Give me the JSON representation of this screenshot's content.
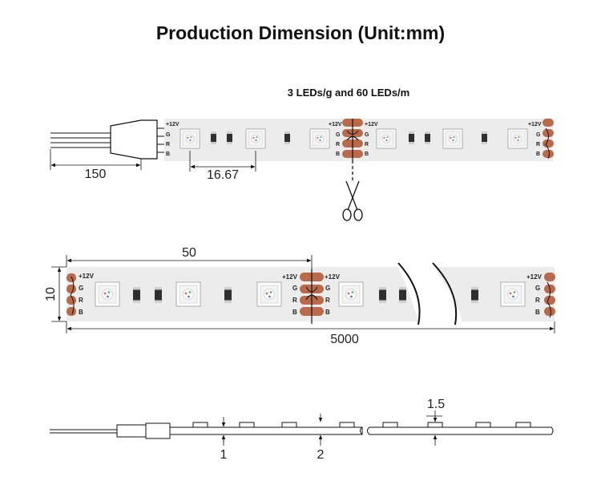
{
  "title": "Production Dimension (Unit:mm)",
  "subtitle": "3 LEDs/g and 60 LEDs/m",
  "labels": {
    "lead_length": "150",
    "led_pitch": "16.67",
    "cut_length": "50",
    "strip_width": "10",
    "strip_length": "5000",
    "thickness_strip": "1",
    "thickness_total": "2",
    "led_height": "1.5"
  },
  "pins": {
    "vplus": "+12V",
    "g": "G",
    "r": "R",
    "b": "B"
  },
  "colors": {
    "strip": "#ececec",
    "copper": "#b86a4a",
    "line": "#111111"
  }
}
